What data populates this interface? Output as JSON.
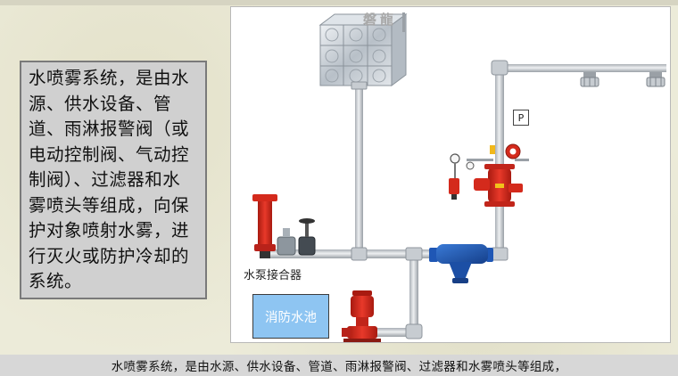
{
  "description_text": "水喷雾系统，是由水源、供水设备、管道、雨淋报警阀（或电动控制阀、气动控制阀）、过滤器和水雾喷头等组成，向保护对象喷射水雾，进行灭火或防护冷却的系统。",
  "diagram": {
    "watermark": "磐龍",
    "label_connector": "水泵接合器",
    "label_pool": "消防水池",
    "label_pressure": "P"
  },
  "caption": "水喷雾系统，是由水源、供水设备、管道、雨淋报警阀、过滤器和水雾喷头等组成，",
  "colors": {
    "pipe": "#d6d9dc",
    "pipe_edge": "#9aa0a6",
    "valve_red": "#d42a1c",
    "strainer_blue": "#1f57b5",
    "pool_blue": "#8ec5f2",
    "panel_gray": "#d0d0d0"
  }
}
